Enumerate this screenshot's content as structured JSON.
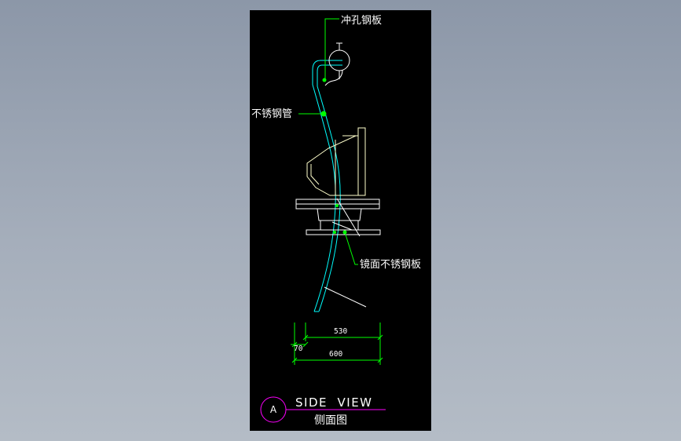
{
  "callouts": {
    "perforated_plate": "冲孔钢板",
    "stainless_tube": "不锈钢管",
    "mirror_plate": "镜面不锈钢板"
  },
  "dimensions": {
    "inner": "530",
    "offset": "70",
    "overall": "600"
  },
  "title_block": {
    "marker": "A",
    "title": "SIDE  VIEW",
    "subtitle": "侧面图"
  },
  "colors": {
    "background": "#000000",
    "tube": "#00ffff",
    "leader": "#00ff00",
    "monitor": "#ffffcc",
    "marker_circle": "#ff00ff",
    "text": "#ffffff"
  }
}
